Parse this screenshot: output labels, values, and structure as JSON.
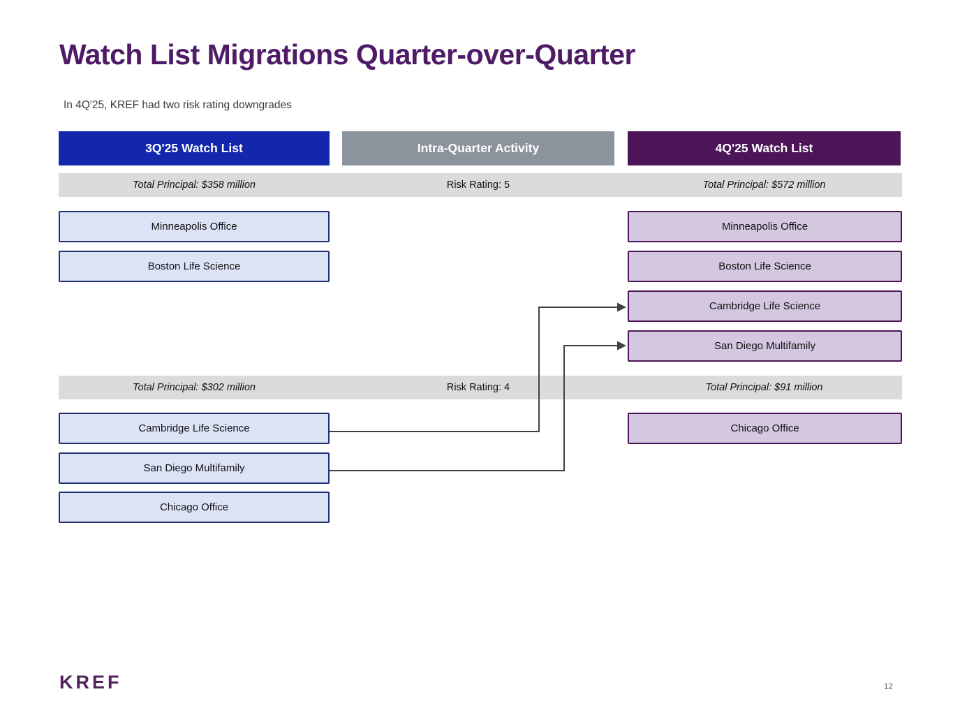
{
  "title": "Watch List Migrations Quarter-over-Quarter",
  "subtitle": "In 4Q'25, KREF had two risk rating downgrades",
  "columns": {
    "q3": {
      "header": "3Q'25 Watch List"
    },
    "activity": {
      "header": "Intra-Quarter Activity"
    },
    "q4": {
      "header": "4Q'25 Watch List"
    }
  },
  "sections": {
    "rating5": {
      "activity_label": "Risk Rating: 5",
      "q3_total": "Total Principal: $358 million",
      "q4_total": "Total Principal: $572 million",
      "q3_items": [
        "Minneapolis Office",
        "Boston Life Science"
      ],
      "q4_items": [
        "Minneapolis Office",
        "Boston Life Science",
        "Cambridge Life Science",
        "San Diego Multifamily"
      ]
    },
    "rating4": {
      "activity_label": "Risk Rating: 4",
      "q3_total": "Total Principal: $302 million",
      "q4_total": "Total Principal: $91 million",
      "q3_items": [
        "Cambridge Life Science",
        "San Diego Multifamily",
        "Chicago Office"
      ],
      "q4_items": [
        "Chicago Office"
      ]
    }
  },
  "migrations": [
    {
      "loan": "Cambridge Life Science",
      "from_rating": "4",
      "to_rating": "5"
    },
    {
      "loan": "San Diego Multifamily",
      "from_rating": "4",
      "to_rating": "5"
    }
  ],
  "footer": {
    "logo": "KREF",
    "page_number": "12"
  },
  "colors": {
    "title_text": "#4F1B66",
    "q3_header_bg": "#1327AD",
    "activity_header_bg": "#8B949C",
    "q4_header_bg": "#4B1557",
    "band_bg": "#DBDBDB",
    "q3_box_fill": "#DCE3F7",
    "q3_box_border": "#203174",
    "q4_box_fill": "#D4C7E0",
    "q4_box_border": "#4B1557",
    "arrow": "#404040"
  }
}
